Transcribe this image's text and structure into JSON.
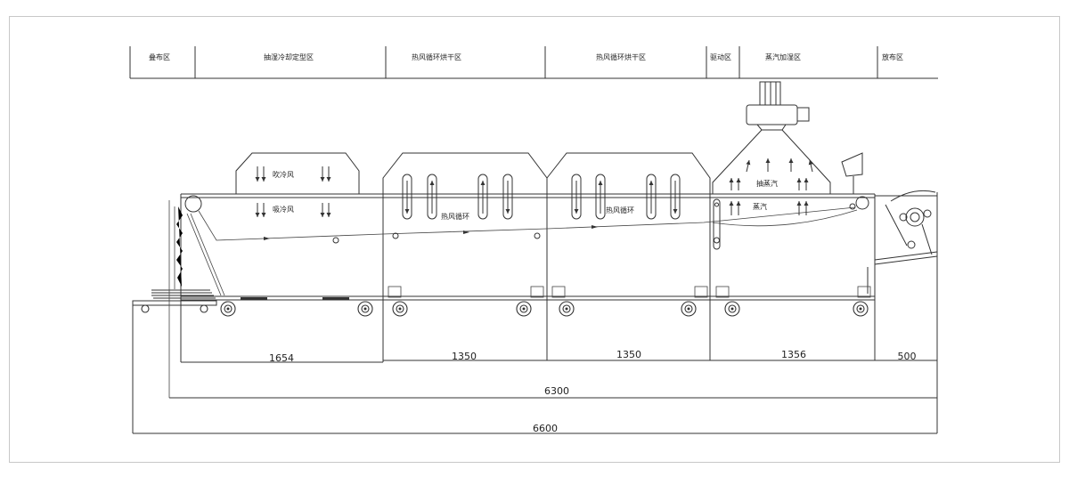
{
  "zones": [
    {
      "label": "叠布区"
    },
    {
      "label": "抽湿冷却定型区"
    },
    {
      "label": "热风循环烘干区"
    },
    {
      "label": "热风循环烘干区"
    },
    {
      "label": "驱动区"
    },
    {
      "label": "蒸汽加湿区"
    },
    {
      "label": "放布区"
    }
  ],
  "annotations": {
    "blow_cold_air": "吹冷风",
    "suck_cold_air": "吸冷风",
    "hot_air_circulation_1": "热风循环",
    "hot_air_circulation_2": "热风循环",
    "extract_steam": "抽蒸汽",
    "steam": "蒸汽"
  },
  "dimensions": {
    "cooling_section": "1654",
    "drying_section_1": "1350",
    "drying_section_2": "1350",
    "steam_section": "1356",
    "unload_section": "500",
    "machine_length": "6300",
    "overall_length": "6600"
  },
  "colors": {
    "line": "#333333",
    "border": "#c8c8c8"
  }
}
